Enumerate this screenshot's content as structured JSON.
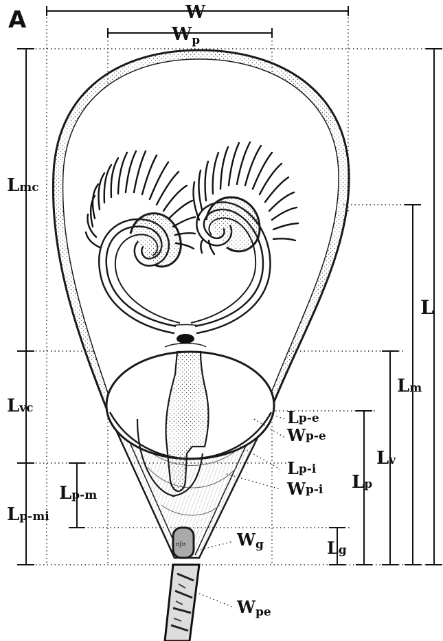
{
  "panel_label": "A",
  "labels": {
    "W": {
      "main": "W",
      "sub": ""
    },
    "Wp": {
      "main": "W",
      "sub": "p"
    },
    "Lmc": {
      "main": "L",
      "sub": "mc"
    },
    "Lvc": {
      "main": "L",
      "sub": "vc"
    },
    "Lpmi": {
      "main": "L",
      "sub": "p-mi"
    },
    "Lpm": {
      "main": "L",
      "sub": "p-m"
    },
    "Lpe": {
      "main": "L",
      "sub": "p-e"
    },
    "Wpe_": {
      "main": "W",
      "sub": "p-e"
    },
    "Lpi": {
      "main": "L",
      "sub": "p-i"
    },
    "Wpi": {
      "main": "W",
      "sub": "p-i"
    },
    "Wg": {
      "main": "W",
      "sub": "g"
    },
    "Wpe": {
      "main": "W",
      "sub": "pe"
    },
    "L": {
      "main": "L",
      "sub": ""
    },
    "Lm": {
      "main": "L",
      "sub": "m"
    },
    "Lv": {
      "main": "L",
      "sub": "v"
    },
    "Lp": {
      "main": "L",
      "sub": "p"
    },
    "Lg": {
      "main": "L",
      "sub": "g"
    }
  },
  "colors": {
    "ink": "#111111",
    "stipple": "#555555",
    "fill": "#ffffff"
  }
}
